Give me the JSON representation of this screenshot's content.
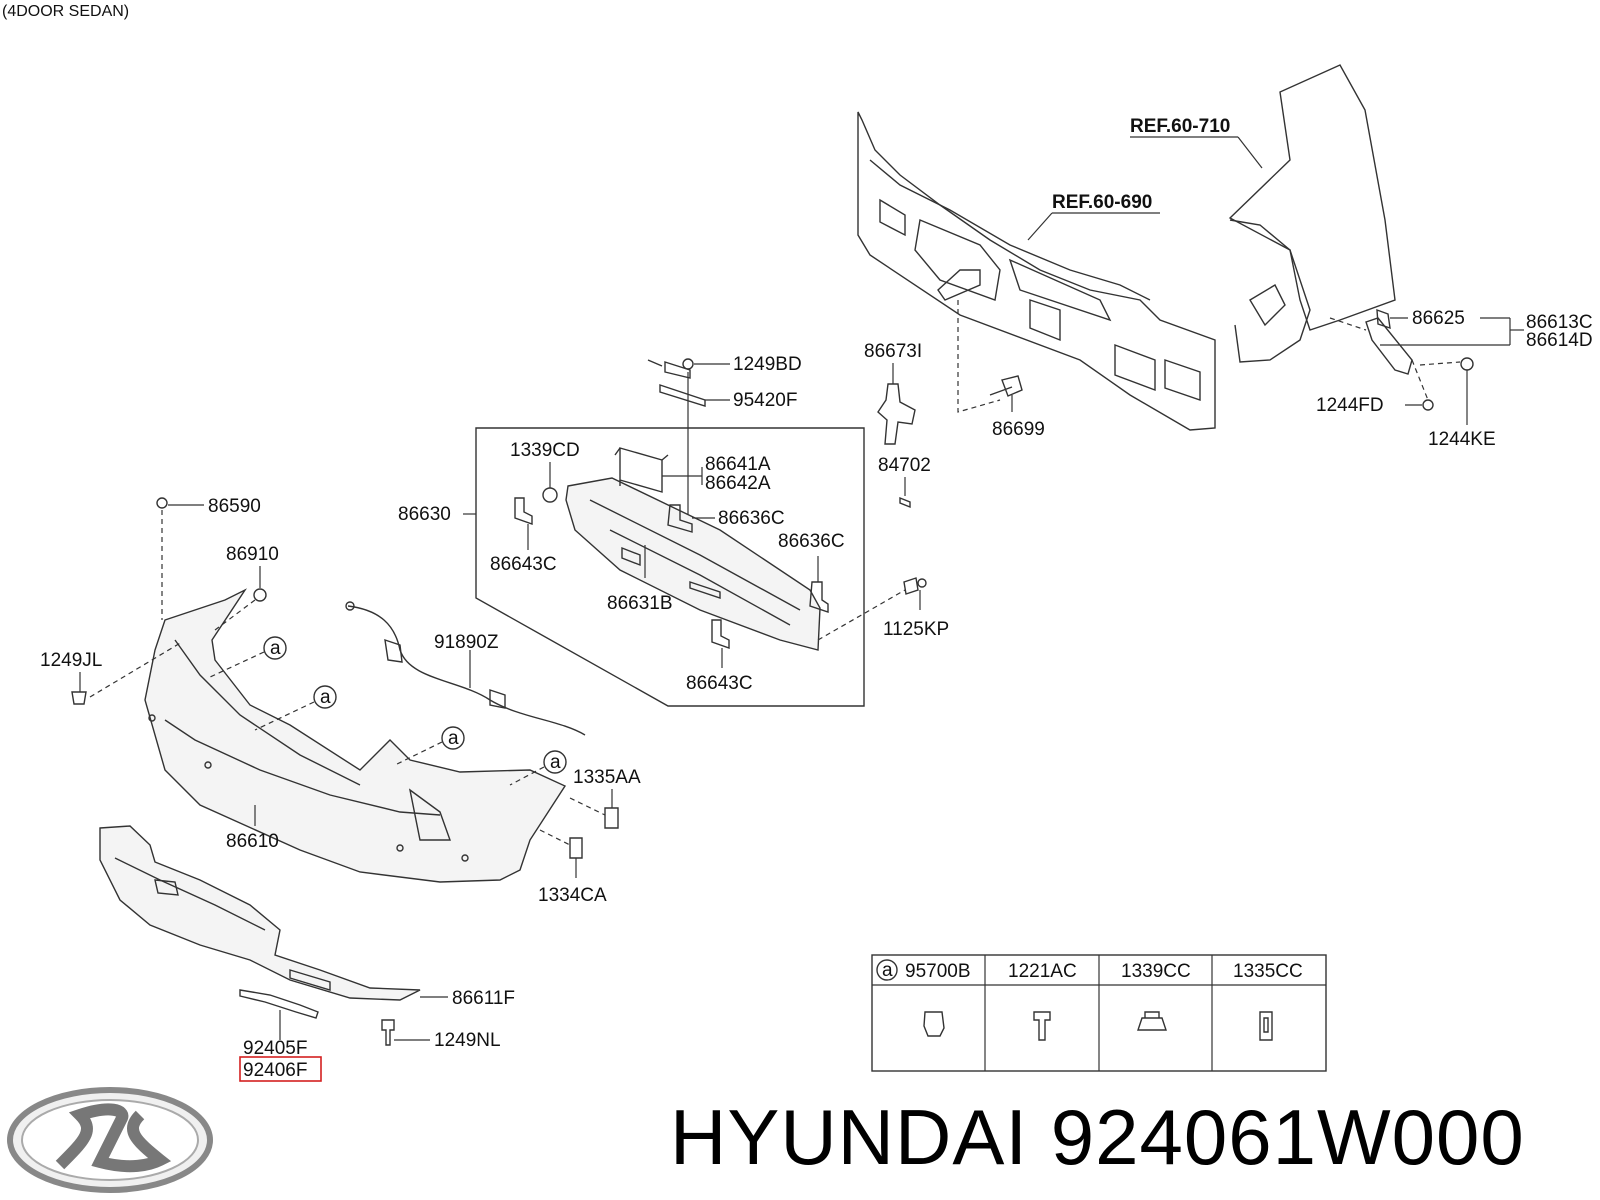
{
  "variant": "(4DOOR SEDAN)",
  "refs": {
    "r1": "REF.60-710",
    "r2": "REF.60-690"
  },
  "parts": {
    "p1249BD": "1249BD",
    "p95420F": "95420F",
    "p86673I": "86673I",
    "p84702": "84702",
    "p86699": "86699",
    "p86625": "86625",
    "p86613C": "86613C",
    "p86614D": "86614D",
    "p1244FD": "1244FD",
    "p1244KE": "1244KE",
    "p1339CD": "1339CD",
    "p86641A": "86641A",
    "p86642A": "86642A",
    "p86630": "86630",
    "p86636C_1": "86636C",
    "p86636C_2": "86636C",
    "p86643C_1": "86643C",
    "p86643C_2": "86643C",
    "p86631B": "86631B",
    "p1125KP": "1125KP",
    "p86590": "86590",
    "p86910": "86910",
    "p1249JL": "1249JL",
    "p91890Z": "91890Z",
    "p1335AA": "1335AA",
    "p1334CA": "1334CA",
    "p86610": "86610",
    "p86611F": "86611F",
    "p1249NL": "1249NL",
    "p92405F": "92405F",
    "p92406F": "92406F"
  },
  "callout_marker": "a",
  "legend": {
    "marker": "a",
    "columns": [
      "95700B",
      "1221AC",
      "1339CC",
      "1335CC"
    ]
  },
  "brand": "HYUNDAI",
  "part_number": "924061W000",
  "colors": {
    "highlight": "#d42020",
    "ink": "#111111"
  }
}
